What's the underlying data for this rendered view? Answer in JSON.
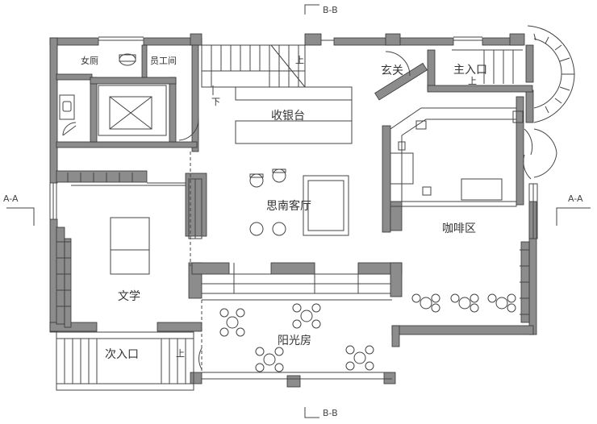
{
  "rooms": {
    "women_restroom": "女厕",
    "staff_room": "员工间",
    "cashier": "收银台",
    "entrance_hall": "玄关",
    "main_entrance": "主入口",
    "lounge": "思南客厅",
    "cafe": "咖啡区",
    "literature": "文学",
    "sunroom": "阳光房",
    "secondary_entrance": "次入口"
  },
  "stair_labels": {
    "up_main_stair": "上",
    "down_main_stair": "下",
    "up_main_entrance": "上",
    "up_secondary_entrance": "上"
  },
  "section_marks": {
    "top": "B-B",
    "bottom": "B-B",
    "left": "A-A",
    "right": "A-A"
  },
  "colors": {
    "wall": "#8c8c8c",
    "wall_outline": "#333333",
    "line": "#444444",
    "background": "#ffffff"
  }
}
